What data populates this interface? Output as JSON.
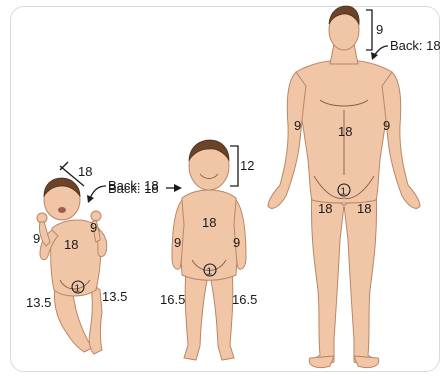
{
  "colors": {
    "skin": "#f1c6a6",
    "skin_shadow": "#e9b591",
    "hair": "#6a4328",
    "text": "#1a1a1a"
  },
  "infant": {
    "head": "18",
    "back": "Back: 18",
    "arm_left": "9",
    "arm_right": "9",
    "trunk": "18",
    "perineum": "1",
    "leg_left": "13.5",
    "leg_right": "13.5"
  },
  "child": {
    "head": "12",
    "back": "Back: 18",
    "trunk": "18",
    "arm_left": "9",
    "arm_right": "9",
    "perineum": "1",
    "leg_left": "16.5",
    "leg_right": "16.5"
  },
  "adult": {
    "head": "9",
    "back": "Back: 18",
    "arm_left": "9",
    "arm_right": "9",
    "trunk": "18",
    "perineum": "1",
    "leg_left": "18",
    "leg_right": "18"
  }
}
